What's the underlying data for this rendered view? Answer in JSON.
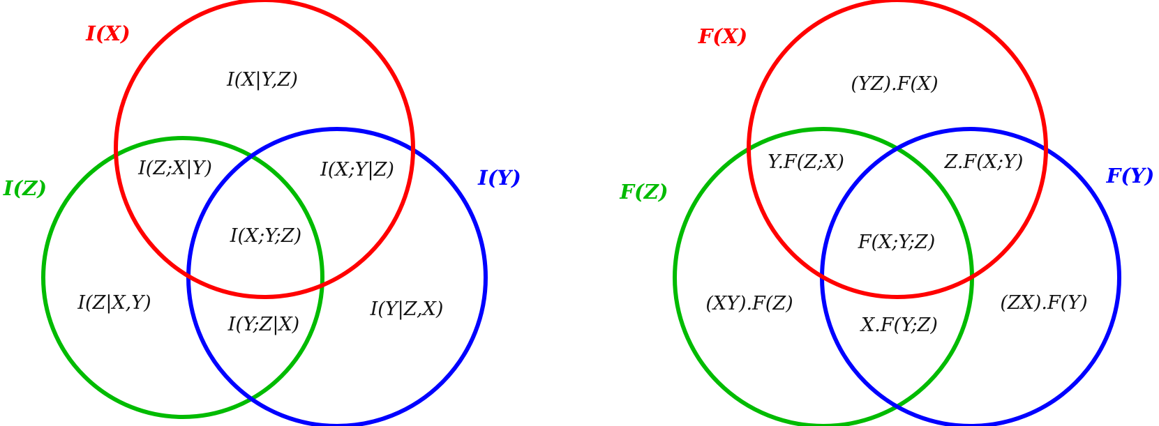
{
  "colors": {
    "x": "#ff0000",
    "y": "#0000ff",
    "z": "#00bb00",
    "text": "#111111"
  },
  "diagrams": [
    {
      "set_labels": {
        "x": "I(X)",
        "y": "I(Y)",
        "z": "I(Z)"
      },
      "regions": {
        "x_only": "I(X|Y,Z)",
        "zx": "I(Z;X|Y)",
        "xy": "I(X;Y|Z)",
        "xyz": "I(X;Y;Z)",
        "z_only": "I(Z|X,Y)",
        "yz": "I(Y;Z|X)",
        "y_only": "I(Y|Z,X)"
      }
    },
    {
      "set_labels": {
        "x": "F(X)",
        "y": "F(Y)",
        "z": "F(Z)"
      },
      "regions": {
        "x_only": "(YZ).F(X)",
        "zx": "Y.F(Z;X)",
        "xy": "Z.F(X;Y)",
        "xyz": "F(X;Y;Z)",
        "z_only": "(XY).F(Z)",
        "yz": "X.F(Y;Z)",
        "y_only": "(ZX).F(Y)"
      }
    }
  ]
}
